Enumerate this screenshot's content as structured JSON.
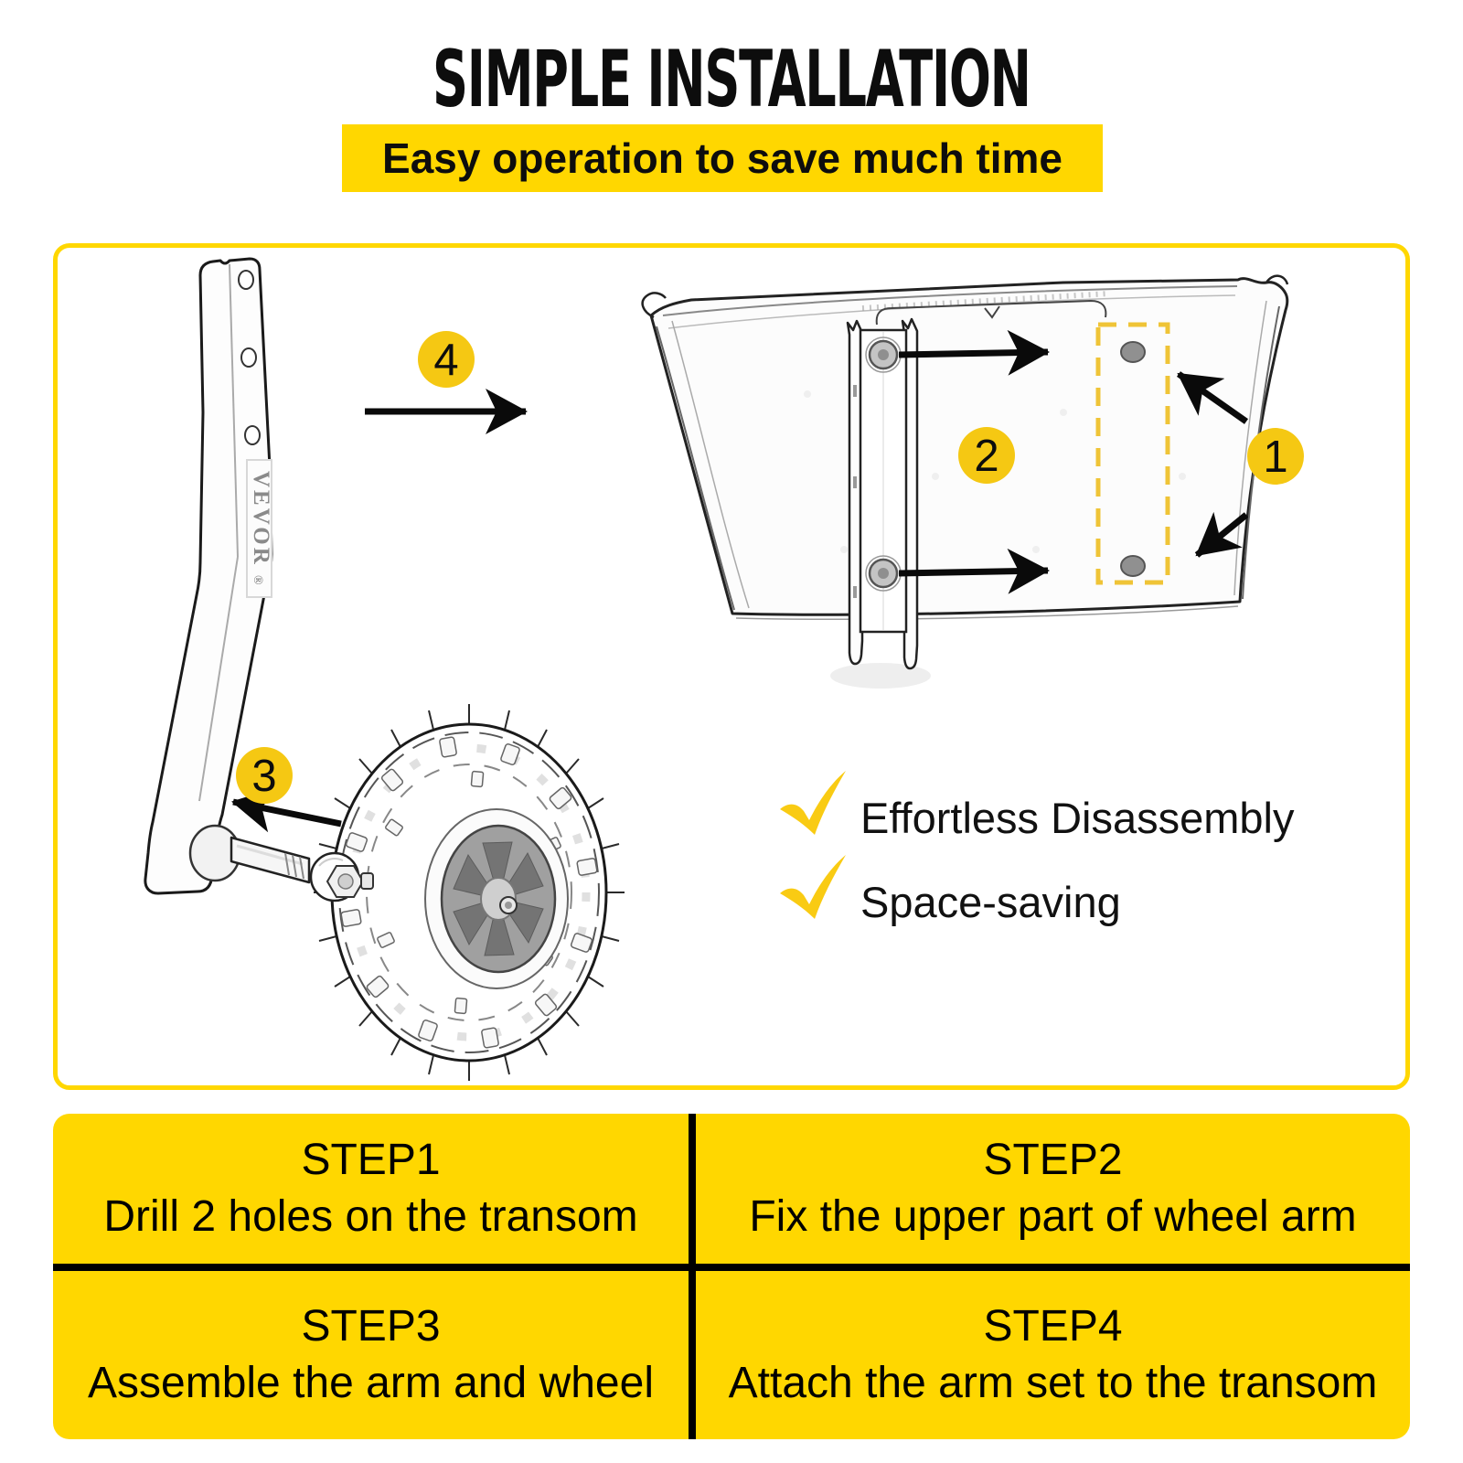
{
  "header": {
    "title": "SIMPLE INSTALLATION",
    "subtitle": "Easy operation to save much time"
  },
  "diagram": {
    "brand": "VEVOR",
    "brand_mark": "®",
    "badges": [
      {
        "label": "1"
      },
      {
        "label": "2"
      },
      {
        "label": "3"
      },
      {
        "label": "4"
      }
    ],
    "features": [
      {
        "icon": "check-icon",
        "label": "Effortless Disassembly"
      },
      {
        "icon": "check-icon",
        "label": "Space-saving"
      }
    ]
  },
  "steps": [
    {
      "title": "STEP1",
      "description": "Drill 2 holes on the transom"
    },
    {
      "title": "STEP2",
      "description": "Fix the upper part of wheel arm"
    },
    {
      "title": "STEP3",
      "description": "Assemble the arm and wheel"
    },
    {
      "title": "STEP4",
      "description": "Attach the arm set to the transom"
    }
  ],
  "colors": {
    "accent_yellow": "#FFD700",
    "badge_yellow": "#F5C813",
    "check_yellow": "#F9CB13",
    "dashed_marker_yellow": "#EFC437",
    "text_black": "#0D0D0D"
  }
}
